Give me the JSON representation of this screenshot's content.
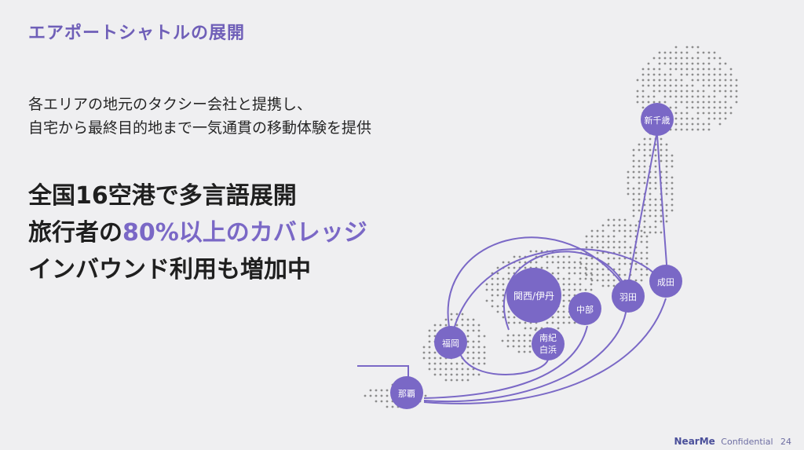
{
  "slide": {
    "title": "エアポートシャトルの展開",
    "intro_lines": [
      "各エリアの地元のタクシー会社と提携し、",
      "自宅から最終目的地まで一気通貫の移動体験を提供"
    ],
    "highlights": {
      "line1": "全国16空港で多言語展開",
      "line2_prefix": "旅行者の",
      "line2_accent": "80%以上のカバレッジ",
      "line3": "インバウンド利用も増加中"
    }
  },
  "map": {
    "accent_color": "#7a68c6",
    "airports": {
      "new_chitose": "新千歳",
      "narita": "成田",
      "haneda": "羽田",
      "chubu": "中部",
      "kansai_itami": "関西/伊丹",
      "nanki_shirahama_line1": "南紀",
      "nanki_shirahama_line2": "白浜",
      "fukuoka": "福岡",
      "naha": "那覇"
    }
  },
  "footer": {
    "brand": "NearMe",
    "confidential": "Confidential",
    "page_number": "24"
  }
}
